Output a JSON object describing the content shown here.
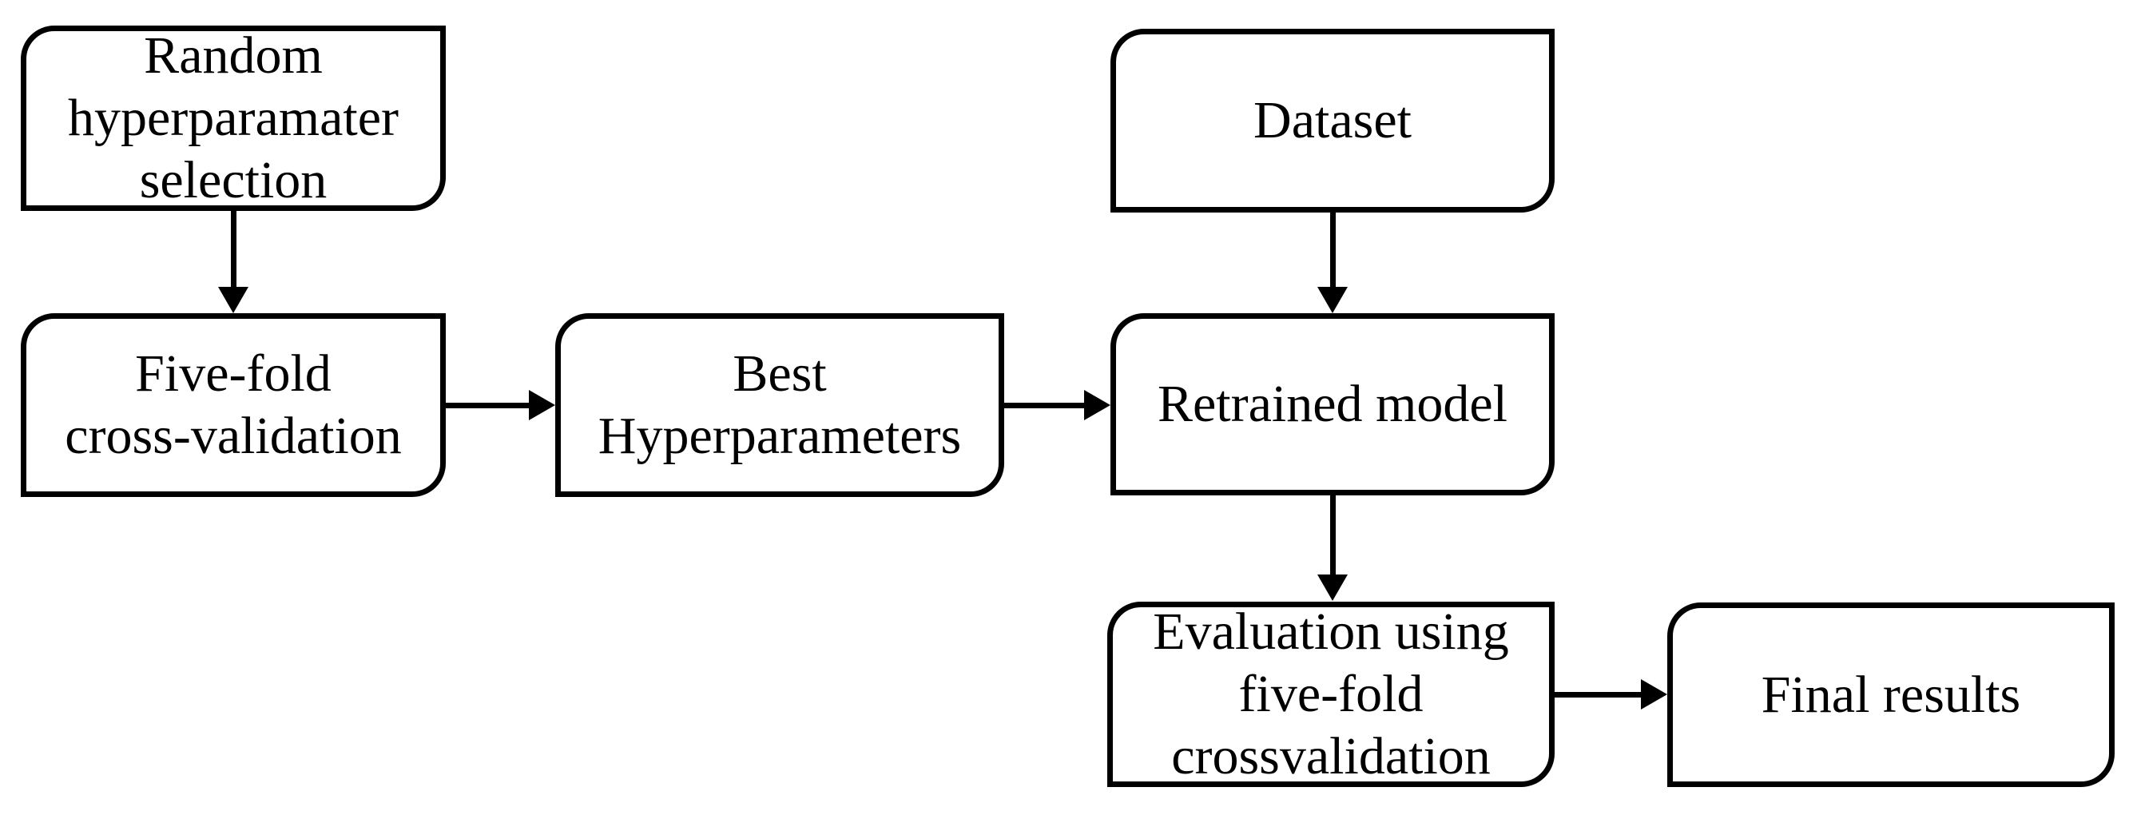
{
  "diagram": {
    "type": "flowchart",
    "background_color": "#ffffff",
    "stroke_color": "#000000",
    "text_color": "#000000",
    "nodes": [
      {
        "id": "random-hyperparameter-selection",
        "label": "Random\nhyperparamater\nselection"
      },
      {
        "id": "five-fold-cross-validation",
        "label": "Five-fold\ncross-validation"
      },
      {
        "id": "best-hyperparameters",
        "label": "Best\nHyperparameters"
      },
      {
        "id": "dataset",
        "label": "Dataset"
      },
      {
        "id": "retrained-model",
        "label": "Retrained model"
      },
      {
        "id": "evaluation-five-fold-crossvalidation",
        "label": "Evaluation using\nfive-fold\ncrossvalidation"
      },
      {
        "id": "final-results",
        "label": "Final results"
      }
    ],
    "edges": [
      {
        "from": "random-hyperparameter-selection",
        "to": "five-fold-cross-validation"
      },
      {
        "from": "five-fold-cross-validation",
        "to": "best-hyperparameters"
      },
      {
        "from": "best-hyperparameters",
        "to": "retrained-model"
      },
      {
        "from": "dataset",
        "to": "retrained-model"
      },
      {
        "from": "retrained-model",
        "to": "evaluation-five-fold-crossvalidation"
      },
      {
        "from": "evaluation-five-fold-crossvalidation",
        "to": "final-results"
      }
    ]
  }
}
